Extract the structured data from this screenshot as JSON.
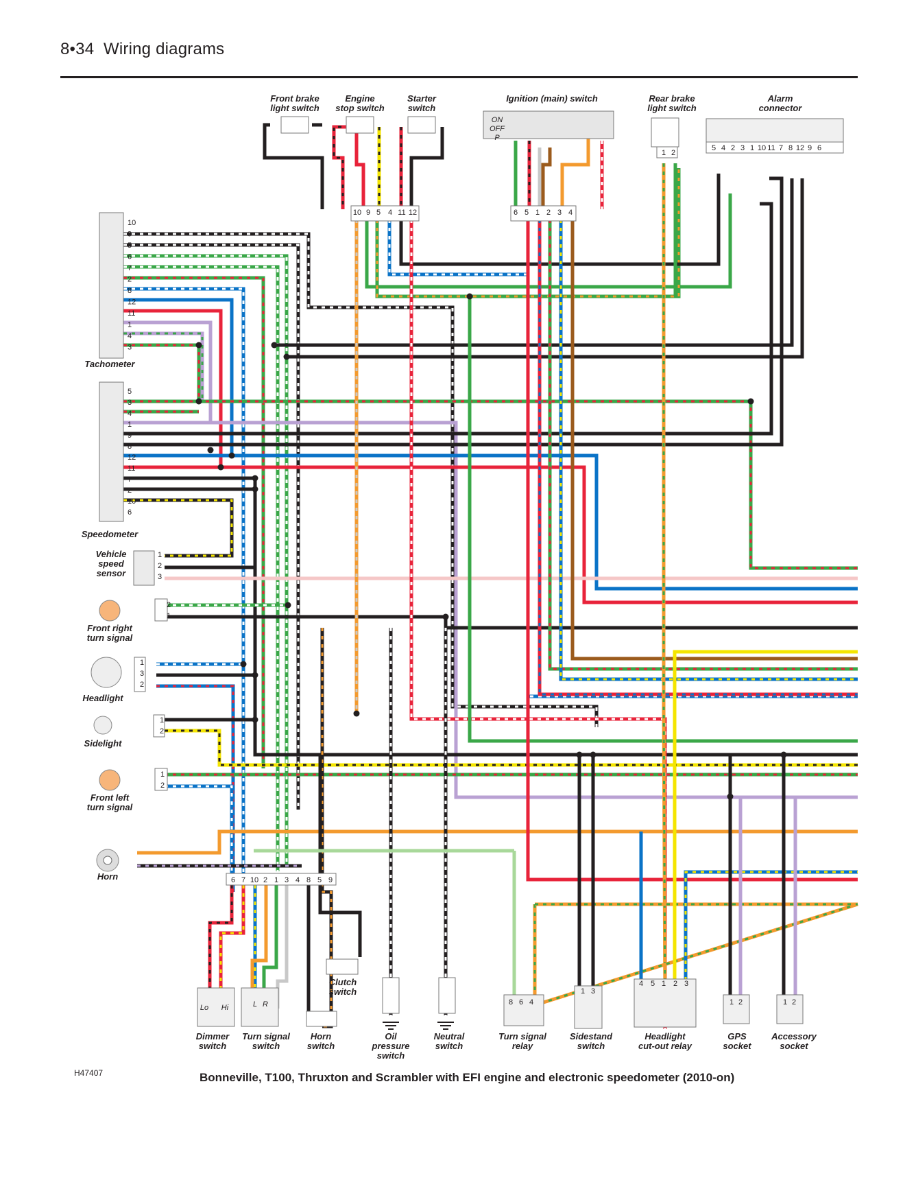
{
  "header": {
    "page_ref": "8•34",
    "title": "Wiring diagrams"
  },
  "caption": "Bonneville, T100, Thruxton and Scrambler with EFI engine and electronic speedometer (2010-on)",
  "ref_code": "H47407",
  "labels": {
    "front_brake_switch": [
      "Front brake",
      "light switch"
    ],
    "engine_stop_switch": [
      "Engine",
      "stop switch"
    ],
    "starter_switch": [
      "Starter",
      "switch"
    ],
    "ignition_switch": [
      "Ignition (main) switch"
    ],
    "rear_brake_switch": [
      "Rear brake",
      "light switch"
    ],
    "alarm_connector": [
      "Alarm",
      "connector"
    ],
    "tachometer": [
      "Tachometer"
    ],
    "speedometer": [
      "Speedometer"
    ],
    "vehicle_speed_sensor": [
      "Vehicle",
      "speed",
      "sensor"
    ],
    "front_right_turn": [
      "Front right",
      "turn signal"
    ],
    "headlight": [
      "Headlight"
    ],
    "sidelight": [
      "Sidelight"
    ],
    "front_left_turn": [
      "Front left",
      "turn signal"
    ],
    "horn": [
      "Horn"
    ],
    "clutch_switch": [
      "Clutch",
      "switch"
    ],
    "dimmer_switch": [
      "Dimmer",
      "switch"
    ],
    "turn_signal_switch": [
      "Turn signal",
      "switch"
    ],
    "horn_switch": [
      "Horn",
      "switch"
    ],
    "oil_pressure_switch": [
      "Oil",
      "pressure",
      "switch"
    ],
    "neutral_switch": [
      "Neutral",
      "switch"
    ],
    "turn_signal_relay": [
      "Turn signal",
      "relay"
    ],
    "sidestand_switch": [
      "Sidestand",
      "switch"
    ],
    "headlight_cutout_relay": [
      "Headlight",
      "cut-out relay"
    ],
    "gps_socket": [
      "GPS",
      "socket"
    ],
    "accessory_socket": [
      "Accessory",
      "socket"
    ]
  },
  "ignition_positions": [
    "ON",
    "OFF",
    "P"
  ],
  "dimmer_positions": [
    "Lo",
    "Hi"
  ],
  "turn_positions": [
    "L",
    "R"
  ],
  "pins": {
    "tachometer": [
      "10",
      "9",
      "5",
      "6",
      "7",
      "2",
      "8",
      "12",
      "11",
      "1",
      "4",
      "3"
    ],
    "speedometer": [
      "5",
      "3",
      "4",
      "1",
      "9",
      "8",
      "12",
      "11",
      "7",
      "2",
      "10",
      "6"
    ],
    "vehicle_speed_sensor": [
      "1",
      "2",
      "3"
    ],
    "front_right_turn": [
      "2",
      "1"
    ],
    "headlight": [
      "1",
      "3",
      "2"
    ],
    "sidelight": [
      "1",
      "2"
    ],
    "front_left_turn": [
      "1",
      "2"
    ],
    "top_handlebar_connector": [
      "10",
      "9",
      "5",
      "4",
      "11",
      "12"
    ],
    "ignition_connector": [
      "6",
      "5",
      "1",
      "2",
      "3",
      "4"
    ],
    "rear_brake_connector": [
      "1",
      "2"
    ],
    "alarm_connector": [
      "5",
      "4",
      "2",
      "3",
      "1",
      "10",
      "11",
      "7",
      "8",
      "12",
      "9",
      "6"
    ],
    "bottom_handlebar_connector": [
      "6",
      "7",
      "10",
      "2",
      "1",
      "3",
      "4",
      "8",
      "5",
      "9"
    ],
    "turn_signal_relay": [
      "8",
      "6",
      "4"
    ],
    "sidestand_switch": [
      "1",
      "3"
    ],
    "headlight_cutout_relay": [
      "4",
      "5",
      "1",
      "2",
      "3"
    ],
    "gps_socket": [
      "1",
      "2"
    ],
    "accessory_socket": [
      "1",
      "2"
    ]
  },
  "wire_colors": {
    "black": "#231f20",
    "red": "#e8233a",
    "green": "#3aa748",
    "blue": "#0a73c7",
    "yellow": "#f4e500",
    "orange": "#f39a2e",
    "brown": "#9b5b1d",
    "purple": "#b9a1d3",
    "pink": "#f5c7c7",
    "grey": "#c8c8c8",
    "white": "#ffffff",
    "lightgreen": "#a8d89a"
  }
}
